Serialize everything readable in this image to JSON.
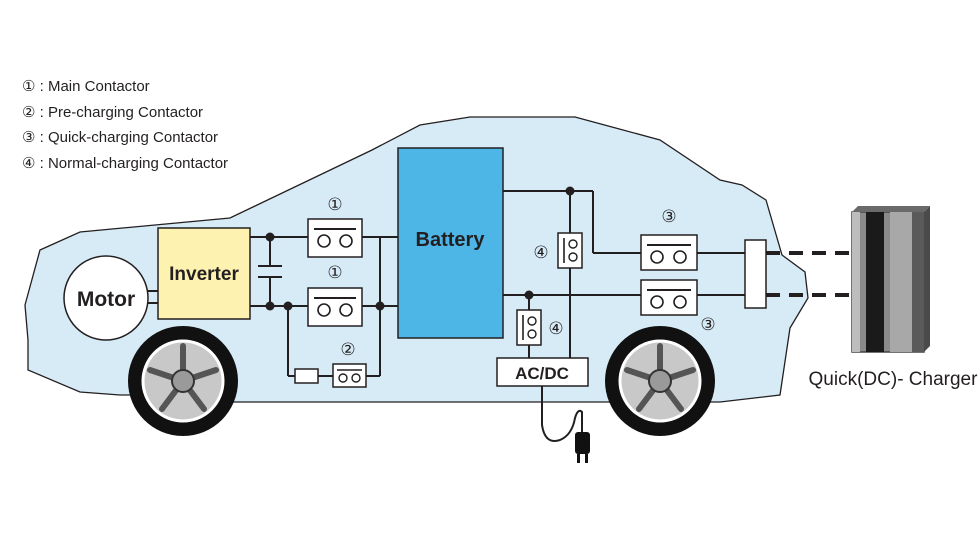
{
  "legend": {
    "items": [
      {
        "marker": "①",
        "label": "Main Contactor"
      },
      {
        "marker": "②",
        "label": "Pre-charging Contactor"
      },
      {
        "marker": "③",
        "label": "Quick-charging Contactor"
      },
      {
        "marker": "④",
        "label": "Normal-charging Contactor"
      }
    ]
  },
  "components": {
    "motor": "Motor",
    "inverter": "Inverter",
    "battery": "Battery",
    "acdc": "AC/DC",
    "charger": "Quick(DC)- Charger"
  },
  "markers": {
    "main": "①",
    "pre": "②",
    "quick": "③",
    "normal": "④"
  },
  "colors": {
    "car_body": "#d7ebf7",
    "inverter": "#fdf2b0",
    "battery": "#4db6e6",
    "line": "#231f20"
  }
}
